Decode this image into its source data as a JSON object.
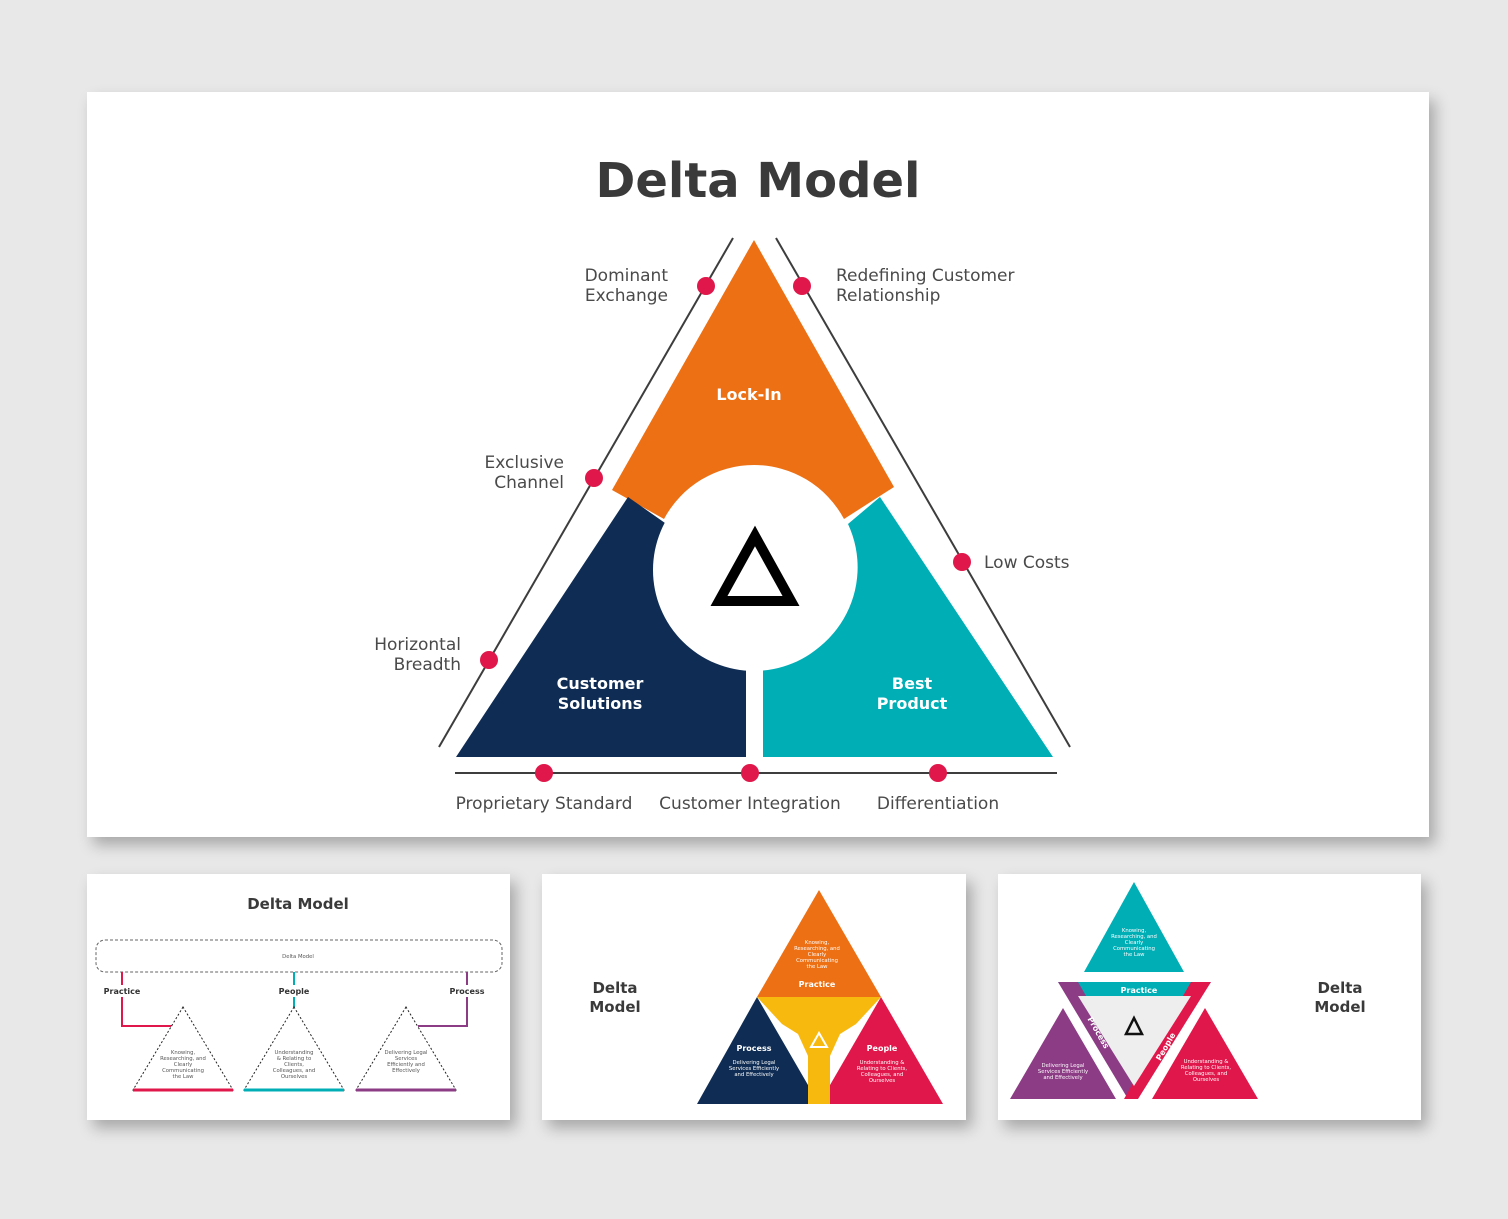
{
  "main": {
    "title": "Delta Model",
    "segments": {
      "lock_in": "Lock-In",
      "customer_solutions": [
        "Customer",
        "Solutions"
      ],
      "best_product": [
        "Best",
        "Product"
      ]
    },
    "center_symbol": "Δ",
    "edge_labels": {
      "dominant_exchange": [
        "Dominant",
        "Exchange"
      ],
      "redefining": [
        "Redefining Customer",
        "Relationship"
      ],
      "exclusive_channel": [
        "Exclusive",
        "Channel"
      ],
      "low_costs": "Low Costs",
      "horizontal_breadth": [
        "Horizontal",
        "Breadth"
      ],
      "proprietary_standard": "Proprietary Standard",
      "customer_integration": "Customer Integration",
      "differentiation": "Differentiation"
    },
    "colors": {
      "lock_in": "#ed7014",
      "customer_solutions": "#0f2d54",
      "best_product": "#00aeb6",
      "dot": "#e0174a",
      "line": "#3d3d3d"
    }
  },
  "thumb1": {
    "title": "Delta Model",
    "box_label": "Delta Model",
    "branches": [
      {
        "label": "Practice",
        "text": [
          "Knowing,",
          "Researching, and",
          "Clearly",
          "Communicating",
          "the Law"
        ],
        "color": "#e0174a"
      },
      {
        "label": "People",
        "text": [
          "Understanding",
          "& Relating to",
          "Clients,",
          "Colleagues, and",
          "Ourselves"
        ],
        "color": "#00aeb6"
      },
      {
        "label": "Process",
        "text": [
          "Delivering Legal",
          "Services",
          "Efficiently and",
          "Effectively"
        ],
        "color": "#8c3b85"
      }
    ]
  },
  "thumb2": {
    "title": [
      "Delta",
      "Model"
    ],
    "practice_label": "Practice",
    "practice_text": [
      "Knowing,",
      "Researching, and",
      "Clearly",
      "Communicating",
      "the Law"
    ],
    "process_label": "Process",
    "process_text": [
      "Delivering Legal",
      "Services Efficiently",
      "and Effectively"
    ],
    "people_label": "People",
    "people_text": [
      "Understanding &",
      "Relating to Clients,",
      "Colleagues, and",
      "Ourselves"
    ],
    "center_symbol": "Δ",
    "colors": {
      "top": "#ed7014",
      "left": "#0f2d54",
      "right": "#e0174a",
      "center": "#f8b90f"
    }
  },
  "thumb3": {
    "title": [
      "Delta",
      "Model"
    ],
    "top_text": [
      "Knowing,",
      "Researching, and",
      "Clearly",
      "Communicating",
      "the Law"
    ],
    "practice_label": "Practice",
    "process_label": "Process",
    "people_label": "People",
    "left_text": [
      "Delivering Legal",
      "Services Efficiently",
      "and Effectively"
    ],
    "right_text": [
      "Understanding &",
      "Relating to Clients,",
      "Colleagues, and",
      "Ourselves"
    ],
    "center_symbol": "Δ",
    "colors": {
      "top": "#00aeb6",
      "left": "#8c3b85",
      "right": "#e0174a"
    }
  }
}
